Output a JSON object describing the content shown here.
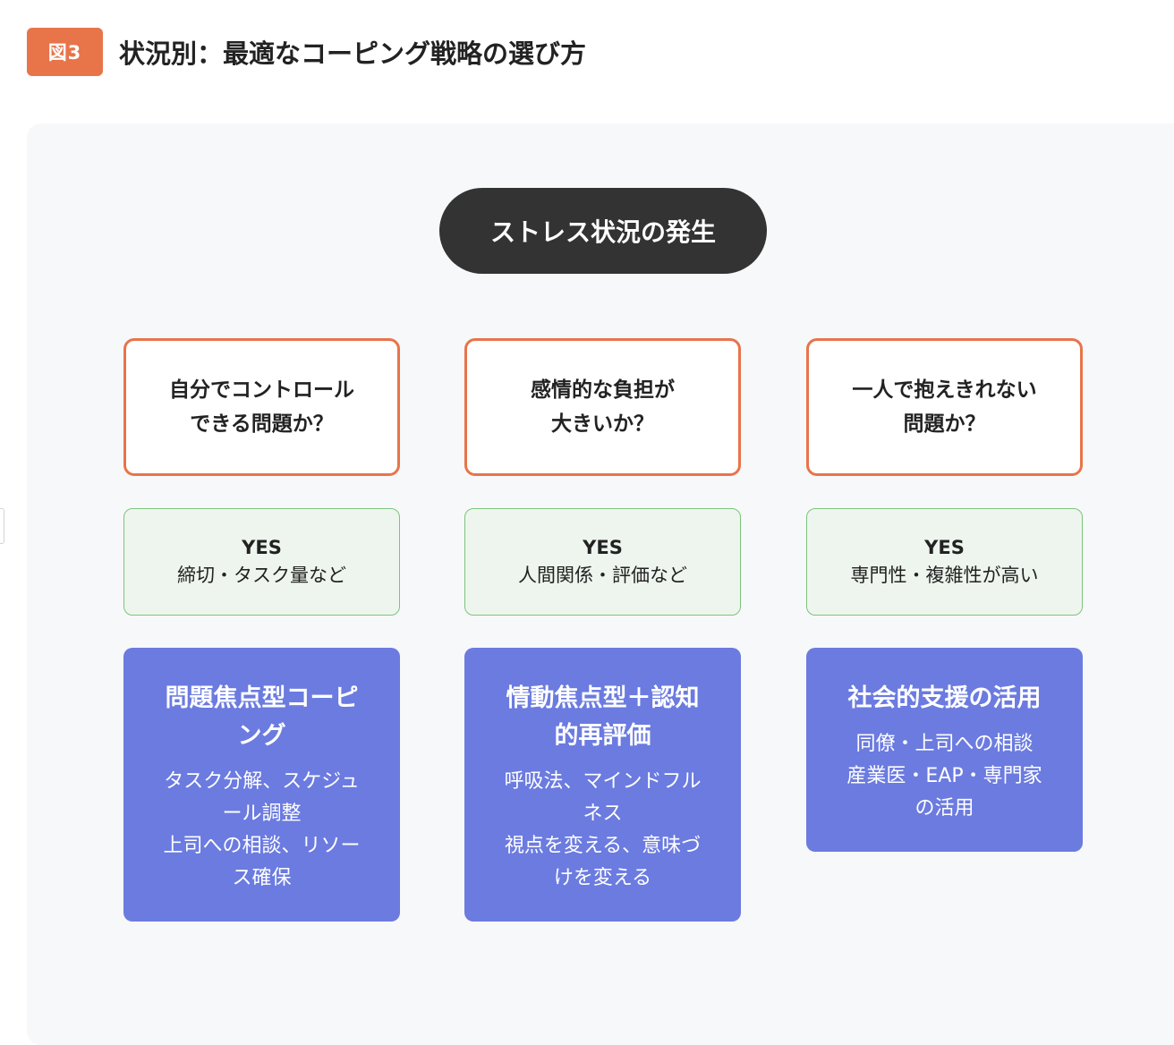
{
  "header": {
    "badge": "図3",
    "title": "状況別：最適なコーピング戦略の選び方"
  },
  "start": {
    "label": "ストレス状況の発生"
  },
  "columns": [
    {
      "question": [
        "自分でコントロール",
        "できる問題か？"
      ],
      "yes_label": "YES",
      "yes_example": "締切・タスク量など",
      "strategy_title": [
        "問題焦点型コーピ",
        "ング"
      ],
      "strategy_desc": [
        "タスク分解、スケジュ",
        "ール調整",
        "上司への相談、リソー",
        "ス確保"
      ]
    },
    {
      "question": [
        "感情的な負担が",
        "大きいか？"
      ],
      "yes_label": "YES",
      "yes_example": "人間関係・評価など",
      "strategy_title": [
        "情動焦点型＋認知",
        "的再評価"
      ],
      "strategy_desc": [
        "呼吸法、マインドフル",
        "ネス",
        "視点を変える、意味づ",
        "けを変える"
      ]
    },
    {
      "question": [
        "一人で抱えきれない",
        "問題か？"
      ],
      "yes_label": "YES",
      "yes_example": "専門性・複雑性が高い",
      "strategy_title": [
        "社会的支援の活用"
      ],
      "strategy_desc": [
        "同僚・上司への相談",
        "産業医・EAP・専門家",
        "の活用"
      ]
    }
  ],
  "colors": {
    "accent": "#e8744a",
    "dark": "#333333",
    "yes_bg": "#eef5ee",
    "yes_border": "#7cc47c",
    "strategy_bg": "#6b7be0",
    "panel_bg": "#f7f8fa"
  }
}
